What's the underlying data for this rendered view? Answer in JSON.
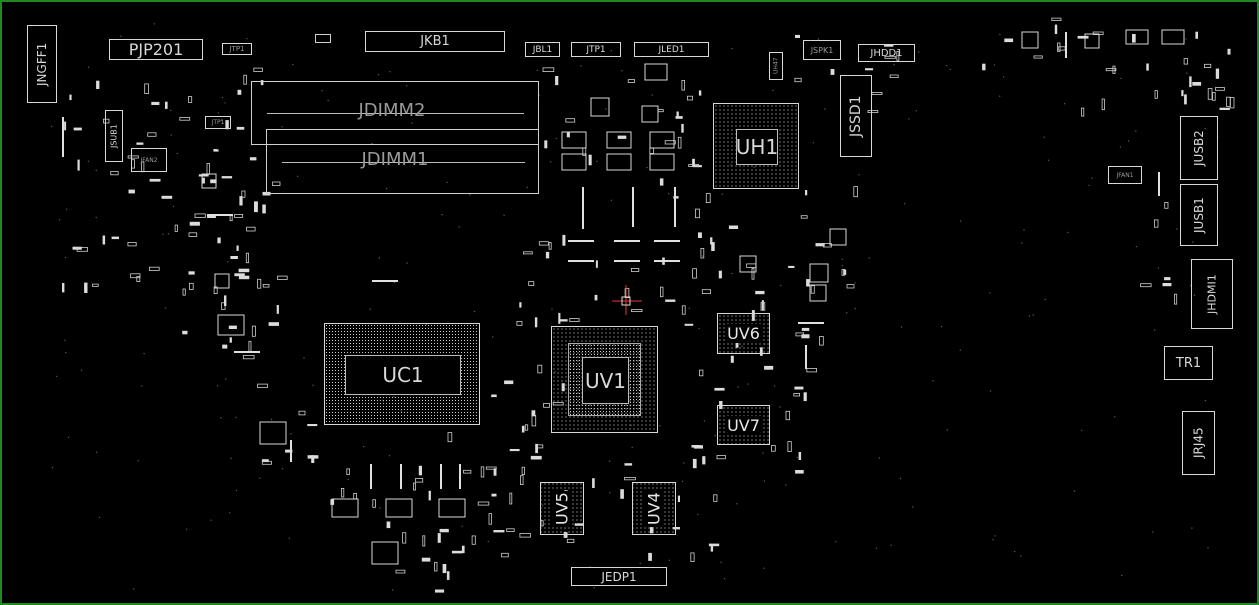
{
  "labels": {
    "jngff1": "JNGFF1",
    "pjp201": "PJP201",
    "jtp1a": "JTP1",
    "jkb1": "JKB1",
    "jbl1": "JBL1",
    "jtp1b": "JTP1",
    "jled1": "JLED1",
    "jspk1": "JSPK1",
    "jhdd1": "JHDD1",
    "jdimm2": "JDIMM2",
    "jdimm1": "JDIMM1",
    "jssd1": "JSSD1",
    "uh1": "UH1",
    "jsub1": "JSUB1",
    "jfan2": "JFAN2",
    "jtp1c": "JTP1",
    "jusb2": "JUSB2",
    "jusb1": "JUSB1",
    "jhdmi1": "JHDMI1",
    "jfan1": "JFAN1",
    "uc1": "UC1",
    "uv1": "UV1",
    "uv6": "UV6",
    "uv7": "UV7",
    "uv5": "UV5",
    "uv4": "UV4",
    "tr1": "TR1",
    "jrj45": "JRJ45",
    "jedp1": "JEDP1",
    "uh47": "UH47"
  },
  "colors": {
    "background": "#000000",
    "outline": "#d8d8d8",
    "frame": "#1f8a1f"
  }
}
